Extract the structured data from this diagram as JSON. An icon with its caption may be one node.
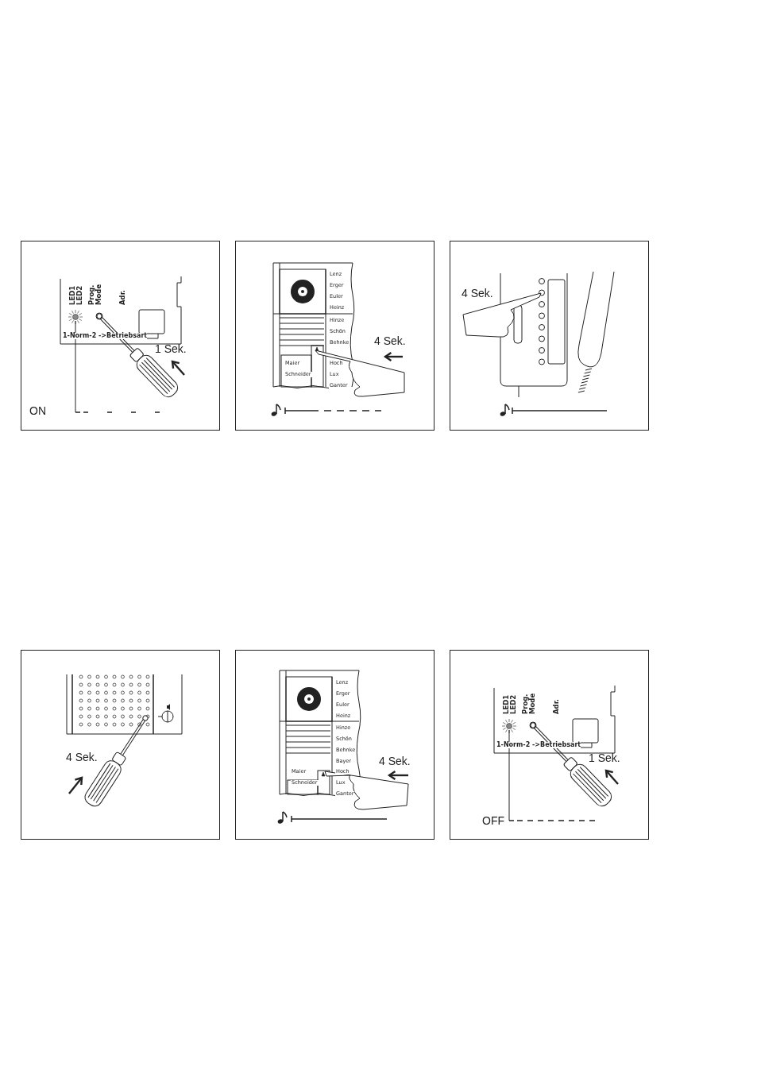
{
  "diagram": {
    "nodes": [
      {
        "text": [
          "LED1",
          "LED2",
          "Prog. Mode",
          "Adr.",
          "1-Norm-2 ->Betriebsart",
          "1 Sek.",
          "ON"
        ]
      },
      {
        "text": [
          "Lenz",
          "Erger",
          "Euler",
          "Heinz",
          "Hinze",
          "Schön",
          "Behnke",
          "Maier",
          "Hoch",
          "Schneider",
          "Lux",
          "Ganter",
          "4 Sek."
        ]
      },
      {
        "text": [
          "4 Sek."
        ]
      },
      {
        "text": [
          "4 Sek."
        ]
      },
      {
        "text": [
          "Lenz",
          "Erger",
          "Euler",
          "Heinz",
          "Hinze",
          "Schön",
          "Behnke",
          "Bayer",
          "Maier",
          "Hoch",
          "Schneider",
          "Lux",
          "Ganter",
          "4 Sek."
        ]
      },
      {
        "text": [
          "LED1",
          "LED2",
          "Prog. Mode",
          "Adr.",
          "1-Norm-2 ->Betriebsart",
          "1 Sek.",
          "OFF"
        ]
      }
    ]
  }
}
